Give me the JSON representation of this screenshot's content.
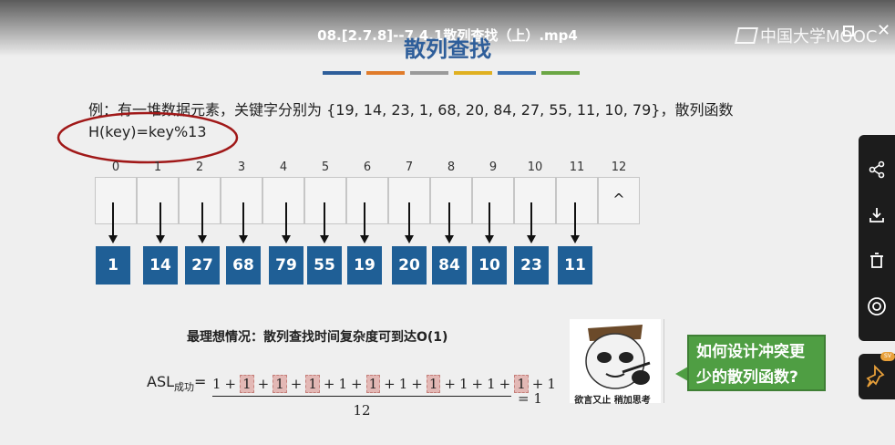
{
  "player": {
    "video_title": "08.[2.7.8]--7.4.1散列查找（上）.mp4",
    "logo_text": "中国大学MOOC",
    "close_symbol": "✕"
  },
  "slide": {
    "title": "散列查找",
    "strip_colors": [
      "#2e5e9a",
      "#e07b2a",
      "#9a9a9a",
      "#e0b020",
      "#3a6fb0",
      "#6ba644"
    ],
    "example_line1": "例：有一堆数据元素，关键字分别为 {19, 14, 23, 1, 68, 20, 84, 27, 55, 11, 10, 79}，散列函数",
    "example_line2": "H(key)=key%13",
    "indices": [
      "0",
      "1",
      "2",
      "3",
      "4",
      "5",
      "6",
      "7",
      "8",
      "9",
      "10",
      "11",
      "12"
    ],
    "null_symbol": "^",
    "buckets": [
      "1",
      "14",
      "27",
      "68",
      "79",
      "55",
      "19",
      "20",
      "84",
      "10",
      "23",
      "11"
    ],
    "ideal_text": "最理想情况：散列查找时间复杂度可到达O(1)",
    "asl_label": "ASL",
    "asl_sub": "成功",
    "asl_eq": "=",
    "numerator_terms": [
      "1",
      "+",
      "1",
      "+",
      "1",
      "+",
      "1",
      "+",
      "1",
      "+",
      "1",
      "+",
      "1",
      "+",
      "1",
      "+",
      "1",
      "+",
      "1",
      "+",
      "1",
      "+",
      "1"
    ],
    "highlighted_ones": [
      1,
      2,
      3,
      5,
      7,
      10
    ],
    "denominator": "12",
    "result": "= 1",
    "meme_caption": "欲言又止 稍加思考",
    "bubble_text": "如何设计冲突更少的散列函数?"
  },
  "sidebar": {
    "buttons": [
      "share-icon",
      "download-icon",
      "delete-icon",
      "circle-icon"
    ],
    "pin_icon": "pin-icon",
    "pin_badge": "SV"
  },
  "colors": {
    "box_blue": "#1f5f96",
    "bubble_green": "#4f9e43",
    "highlight": "#e3b8b5",
    "ellipse_red": "#a01818"
  }
}
